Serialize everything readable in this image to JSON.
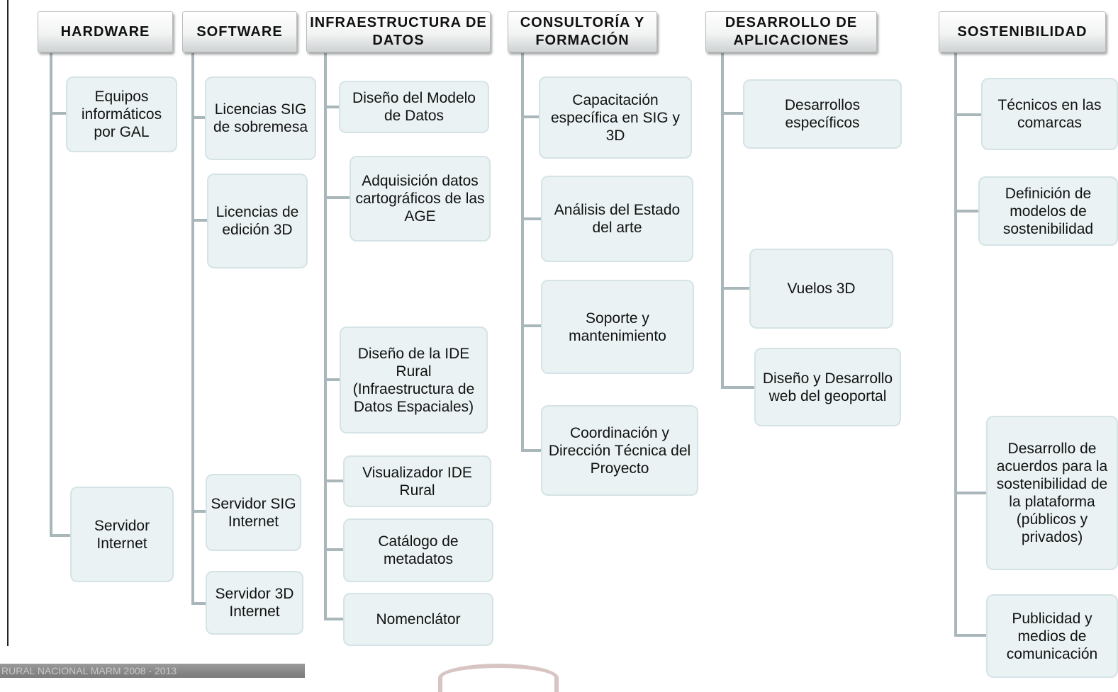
{
  "columns": [
    {
      "header": "HARDWARE",
      "items": [
        "Equipos informáticos por GAL",
        "Servidor Internet"
      ]
    },
    {
      "header": "SOFTWARE",
      "items": [
        "Licencias SIG de sobremesa",
        "Licencias de edición 3D",
        "Servidor SIG Internet",
        "Servidor 3D Internet"
      ]
    },
    {
      "header": "INFRAESTRUCTURA DE DATOS",
      "items": [
        "Diseño del Modelo de Datos",
        "Adquisición datos cartográficos de las AGE",
        "Diseño de la IDE Rural (Infraestructura de Datos Espaciales)",
        "Visualizador IDE Rural",
        "Catálogo de metadatos",
        "Nomenclátor"
      ]
    },
    {
      "header": "CONSULTORÍA Y FORMACIÓN",
      "items": [
        "Capacitación específica en SIG y 3D",
        "Análisis del Estado del arte",
        "Soporte y mantenimiento",
        "Coordinación y Dirección Técnica del Proyecto"
      ]
    },
    {
      "header": "DESARROLLO DE APLICACIONES",
      "items": [
        "Desarrollos específicos",
        "Vuelos 3D",
        "Diseño y Desarrollo web del geoportal"
      ]
    },
    {
      "header": "SOSTENIBILIDAD",
      "items": [
        "Técnicos en las comarcas",
        "Definición de modelos de sostenibilidad",
        "Desarrollo de acuerdos para la sostenibilidad de la plataforma (públicos y privados)",
        "Publicidad y medios de comunicación"
      ]
    }
  ],
  "footer": {
    "text": "RURAL NACIONAL MARM 2008 - 2013"
  },
  "colors": {
    "connector": "#a9b7bb",
    "box_fill": "#eaf2f3",
    "box_border": "#d5e3e6"
  }
}
